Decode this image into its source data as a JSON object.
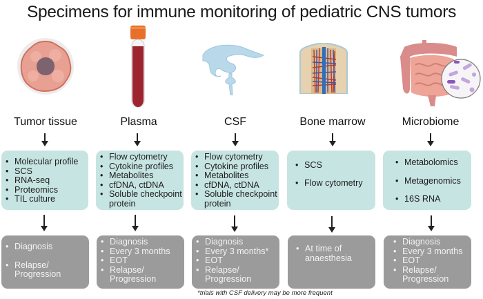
{
  "title": "Specimens for immune monitoring of pediatric CNS tumors",
  "columns": [
    {
      "label": "Tumor tissue",
      "icon": "tumor-cell-icon",
      "assays": [
        "Molecular profile",
        "SCS",
        "RNA-seq",
        "Proteomics",
        "TIL culture"
      ],
      "timepoints": [
        "Diagnosis",
        "Relapse/ Progression"
      ]
    },
    {
      "label": "Plasma",
      "icon": "blood-tube-icon",
      "assays": [
        "Flow cytometry",
        "Cytokine profiles",
        "Metabolites",
        "cfDNA, ctDNA",
        "Soluble checkpoint protein"
      ],
      "timepoints": [
        "Diagnosis",
        "Every 3 months",
        "EOT",
        "Relapse/ Progression"
      ]
    },
    {
      "label": "CSF",
      "icon": "brain-ventricles-icon",
      "assays": [
        "Flow cytometry",
        "Cytokine profiles",
        "Metabolites",
        "cfDNA, ctDNA",
        "Soluble checkpoint protein"
      ],
      "timepoints": [
        "Diagnosis",
        "Every 3 months*",
        "EOT",
        "Relapse/ Progression"
      ]
    },
    {
      "label": "Bone marrow",
      "icon": "bone-marrow-icon",
      "assays": [
        "SCS",
        "Flow cytometry"
      ],
      "timepoints": [
        "At time of anaesthesia"
      ]
    },
    {
      "label": "Microbiome",
      "icon": "intestine-bacteria-icon",
      "assays": [
        "Metabolomics",
        "Metagenomics",
        "16S RNA"
      ],
      "timepoints": [
        "Diagnosis",
        "Every 3 months",
        "EOT",
        "Relapse/ Progression"
      ]
    }
  ],
  "footnote": "*trials with CSF delivery may be more frequent",
  "colors": {
    "assay_box": "#c6e4e2",
    "timepoint_box": "#9b9b9b",
    "tube_cap": "#e8702a",
    "blood": "#9e2430",
    "csf": "#b9d9ea"
  }
}
